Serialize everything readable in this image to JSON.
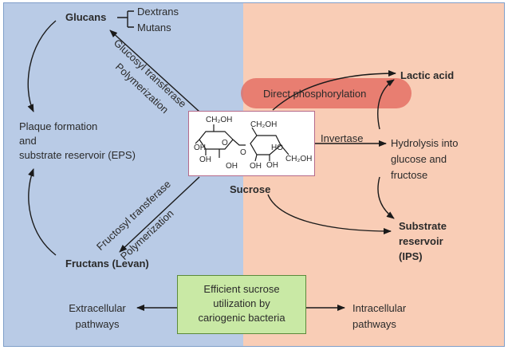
{
  "nodes": {
    "glucans": "Glucans",
    "dextrans": "Dextrans",
    "mutans": "Mutans",
    "plaque_line1": "Plaque formation",
    "plaque_line2": "and",
    "plaque_line3": "substrate reservoir (EPS)",
    "fructans": "Fructans (Levan)",
    "sucrose": "Sucrose",
    "lactic_acid": "Lactic acid",
    "direct_phosphorylation": "Direct phosphorylation",
    "invertase": "Invertase",
    "hydrolysis_line1": "Hydrolysis into",
    "hydrolysis_line2": "glucose and",
    "hydrolysis_line3": "fructose",
    "substrate_line1": "Substrate",
    "substrate_line2": "reservoir",
    "substrate_line3": "(IPS)",
    "center_line1": "Efficient sucrose",
    "center_line2": "utilization by",
    "center_line3": "cariogenic bacteria",
    "extracellular_line1": "Extracellular",
    "extracellular_line2": "pathways",
    "intracellular_line1": "Intracellular",
    "intracellular_line2": "pathways"
  },
  "edge_labels": {
    "glucosyl_transferase": "Glucosyl transferase",
    "glucosyl_polymerization": "Polymerization",
    "fructosyl_transferase": "Fructosyl transferase",
    "fructosyl_polymerization": "Polymerization"
  },
  "molecule": {
    "left_ch2oh": "CH₂OH",
    "right_ch2oh_top": "CH₂OH",
    "right_ch2oh_bottom": "CH₂OH",
    "oh_labels": [
      "OH",
      "OH",
      "OH",
      "OH",
      "HO",
      "OH"
    ],
    "ring_o": "O",
    "bridge_o": "O"
  },
  "colors": {
    "left_panel": "#b9cbe6",
    "right_panel": "#f9cdb6",
    "highlight": "#e06056",
    "center_box": "#c9e9a5",
    "molecule_border": "#b56a8a"
  }
}
